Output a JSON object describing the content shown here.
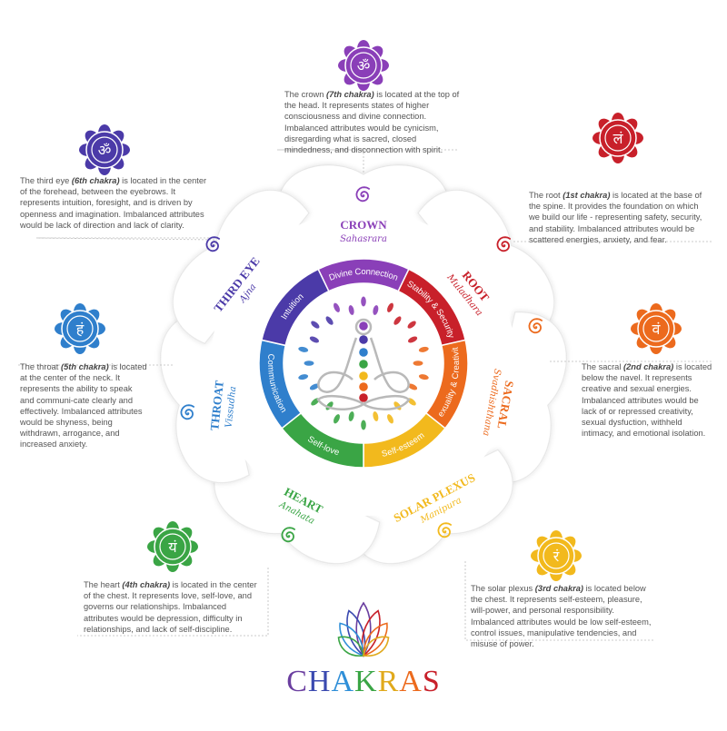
{
  "brand": {
    "letters": [
      "C",
      "H",
      "A",
      "K",
      "R",
      "A",
      "S"
    ],
    "letter_colors": [
      "#6b3fa0",
      "#3b4ab0",
      "#2f8fd8",
      "#3aa545",
      "#e0a91c",
      "#ec6a1d",
      "#c8202a"
    ]
  },
  "chakras": [
    {
      "key": "crown",
      "name": "CROWN",
      "sanskrit": "Sahasrara",
      "segment": "Divine Connection",
      "color": "#8a3fb8",
      "glyph": "ॐ",
      "icon_name": "crown-chakra-om-icon",
      "desc": {
        "a": "The crown ",
        "b": "(7th chakra)",
        "c": " is located at the top of the head.  It represents states of higher consciousness and divine connection. Imbalanced attributes would be cynicism, disregarding what is sacred, closed mindedness, and disconnection with spirit."
      }
    },
    {
      "key": "root",
      "name": "ROOT",
      "sanskrit": "Muladhara",
      "segment": "Stability & Security",
      "color": "#c8202a",
      "glyph": "लं",
      "icon_name": "root-chakra-icon",
      "desc": {
        "a": "The root ",
        "b": "(1st chakra)",
        "c": " is located at the base of the spine. It provides the foundation on which we build our life - representing safety, security, and stability. Imbalanced attributes would be scattered energies, anxiety, and fear."
      }
    },
    {
      "key": "sacral",
      "name": "SACRAL",
      "sanskrit": "Svadhishthana",
      "segment": "Sexuality & Creativity",
      "color": "#ec6a1d",
      "glyph": "वं",
      "icon_name": "sacral-chakra-icon",
      "desc": {
        "a": "The sacral ",
        "b": "(2nd chakra)",
        "c": " is located below the navel. It represents creative and sexual energies. Imbalanced attributes would be lack of or repressed creativity, sexual dysfuction, withheld intimacy, and emotional isolation."
      }
    },
    {
      "key": "solar",
      "name": "SOLAR PLEXUS",
      "sanskrit": "Manipura",
      "segment": "Self-esteem",
      "color": "#f2b91d",
      "glyph": "रं",
      "icon_name": "solar-plexus-chakra-icon",
      "desc": {
        "a": "The solar plexus ",
        "b": "(3rd chakra)",
        "c": " is located below the chest. It represents self-esteem, pleasure, will-power, and personal responsibility. Imbalanced attributes would be low self-esteem, control issues, manipulative tendencies, and misuse of power."
      }
    },
    {
      "key": "heart",
      "name": "HEART",
      "sanskrit": "Anahata",
      "segment": "Self-love",
      "color": "#3aa545",
      "glyph": "यं",
      "icon_name": "heart-chakra-icon",
      "desc": {
        "a": "The heart ",
        "b": "(4th chakra)",
        "c": " is located in the center of the chest. It represents love, self-love, and governs our relationships. Imbalanced attributes would be depression, difficulty in relationships, and lack of self-discipline."
      }
    },
    {
      "key": "throat",
      "name": "THROAT",
      "sanskrit": "Vissudha",
      "segment": "Communication",
      "color": "#2f7fcc",
      "glyph": "हं",
      "icon_name": "throat-chakra-icon",
      "desc": {
        "a": "The throat ",
        "b": "(5th chakra)",
        "c": " is located at the center of the neck. It represents the ability to speak and communi-cate clearly and effectively. Imbalanced attributes would be shyness, being withdrawn, arrogance, and increased anxiety."
      }
    },
    {
      "key": "thirdeye",
      "name": "THIRD EYE",
      "sanskrit": "Ajna",
      "segment": "Intuition",
      "color": "#4b3aa8",
      "glyph": "ॐ",
      "icon_name": "third-eye-chakra-icon",
      "desc": {
        "a": "The third eye ",
        "b": "(6th chakra)",
        "c": " is located in the center of the forehead, between the eyebrows. It represents intuition, foresight, and is driven by openness and imagination. Imbalanced attributes would be lack of direction and lack of clarity."
      }
    }
  ]
}
